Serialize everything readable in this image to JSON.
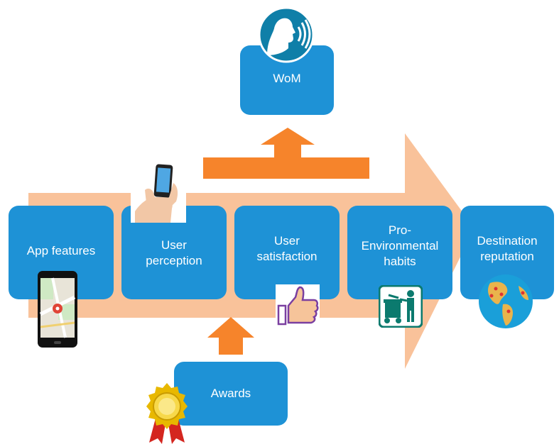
{
  "diagram": {
    "nodes": {
      "wom": {
        "label": "WoM"
      },
      "app_features": {
        "label": "App features"
      },
      "user_perception": {
        "label": "User\nperception"
      },
      "user_satisfaction": {
        "label": "User\nsatisfaction"
      },
      "pro_environmental": {
        "label": "Pro-\nEnvironmental\nhabits"
      },
      "destination_reputation": {
        "label": "Destination\nreputation"
      },
      "awards": {
        "label": "Awards"
      }
    },
    "icons": {
      "wom": "speaking-head-icon",
      "app_features": "map-phone-icon",
      "user_perception": "hand-smartphone-icon",
      "user_satisfaction": "thumbs-up-icon",
      "pro_environmental": "recycling-bin-icon",
      "destination_reputation": "globe-icon",
      "awards": "award-medal-icon"
    },
    "colors": {
      "box": "#1e92d6",
      "main_arrow": "#f9c29a",
      "small_arrows": "#f6842b"
    }
  }
}
